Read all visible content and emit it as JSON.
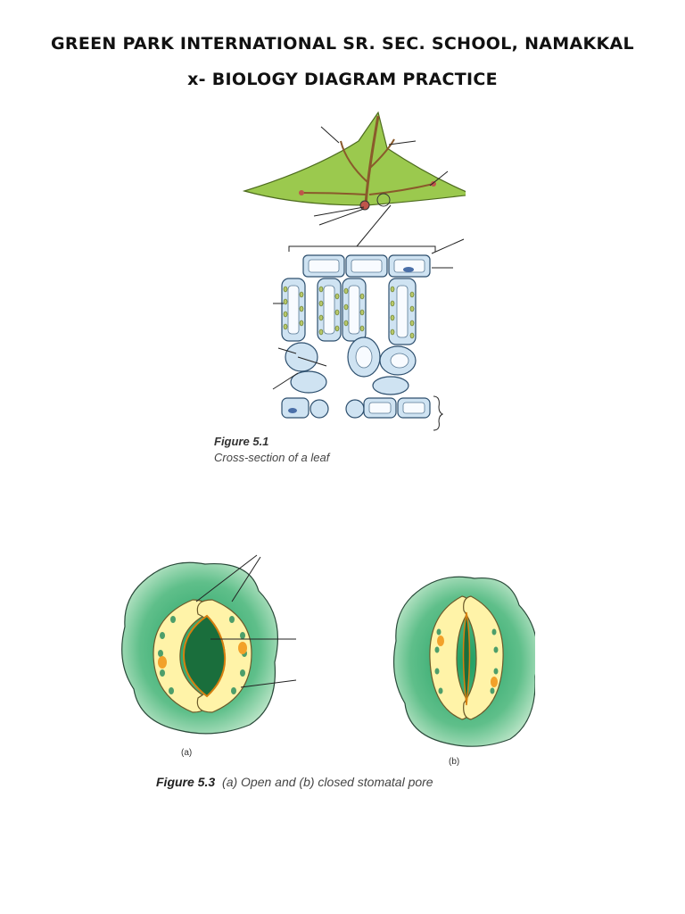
{
  "header": {
    "school": "GREEN PARK INTERNATIONAL SR. SEC. SCHOOL, NAMAKKAL",
    "practice": "x- BIOLOGY DIAGRAM PRACTICE"
  },
  "figure_5_1": {
    "number": "Figure 5.1",
    "caption": "Cross-section of a leaf"
  },
  "figure_5_3": {
    "number": "Figure 5.3",
    "caption": "(a) Open and (b) closed stomatal pore",
    "panel_a": "(a)",
    "panel_b": "(b)"
  },
  "colors": {
    "leaf_green": "#8fc34a",
    "cell_blue": "#cfe3f2",
    "chloroplast_green": "#7fae3e",
    "stoma_green": "#5fbf8a",
    "guard_cell_yellow": "#fff3a8",
    "guard_cell_orange": "#f2a12a"
  }
}
